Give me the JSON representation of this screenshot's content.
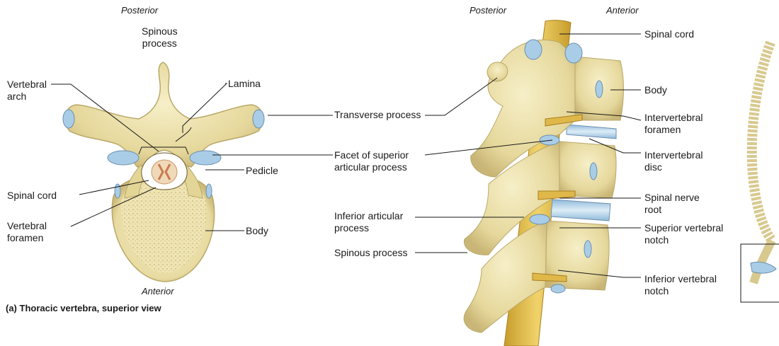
{
  "orientation": {
    "left_posterior": "Posterior",
    "left_anterior": "Anterior",
    "mid_posterior": "Posterior",
    "mid_anterior": "Anterior"
  },
  "labels_a": {
    "spinous_process": "Spinous\nprocess",
    "vertebral_arch": "Vertebral\narch",
    "lamina": "Lamina",
    "transverse_process": "Transverse process",
    "facet_superior": "Facet of superior\narticular process",
    "pedicle": "Pedicle",
    "spinal_cord": "Spinal cord",
    "vertebral_foramen": "Vertebral\nforamen",
    "body": "Body"
  },
  "labels_b": {
    "inferior_articular": "Inferior articular\nprocess",
    "spinous_process": "Spinous process",
    "spinal_cord": "Spinal cord",
    "body": "Body",
    "intervertebral_foramen": "Intervertebral\nforamen",
    "intervertebral_disc": "Intervertebral\ndisc",
    "spinal_nerve_root": "Spinal nerve\nroot",
    "superior_vertebral_notch": "Superior vertebral\nnotch",
    "inferior_vertebral_notch": "Inferior vertebral\nnotch"
  },
  "caption_a": "(a) Thoracic vertebra, superior view",
  "colors": {
    "bone": "#eadfa6",
    "bone_dark": "#b9a868",
    "cartilage": "#a9cde6",
    "nerve": "#e0b84a",
    "cord": "#e9c7a0"
  }
}
